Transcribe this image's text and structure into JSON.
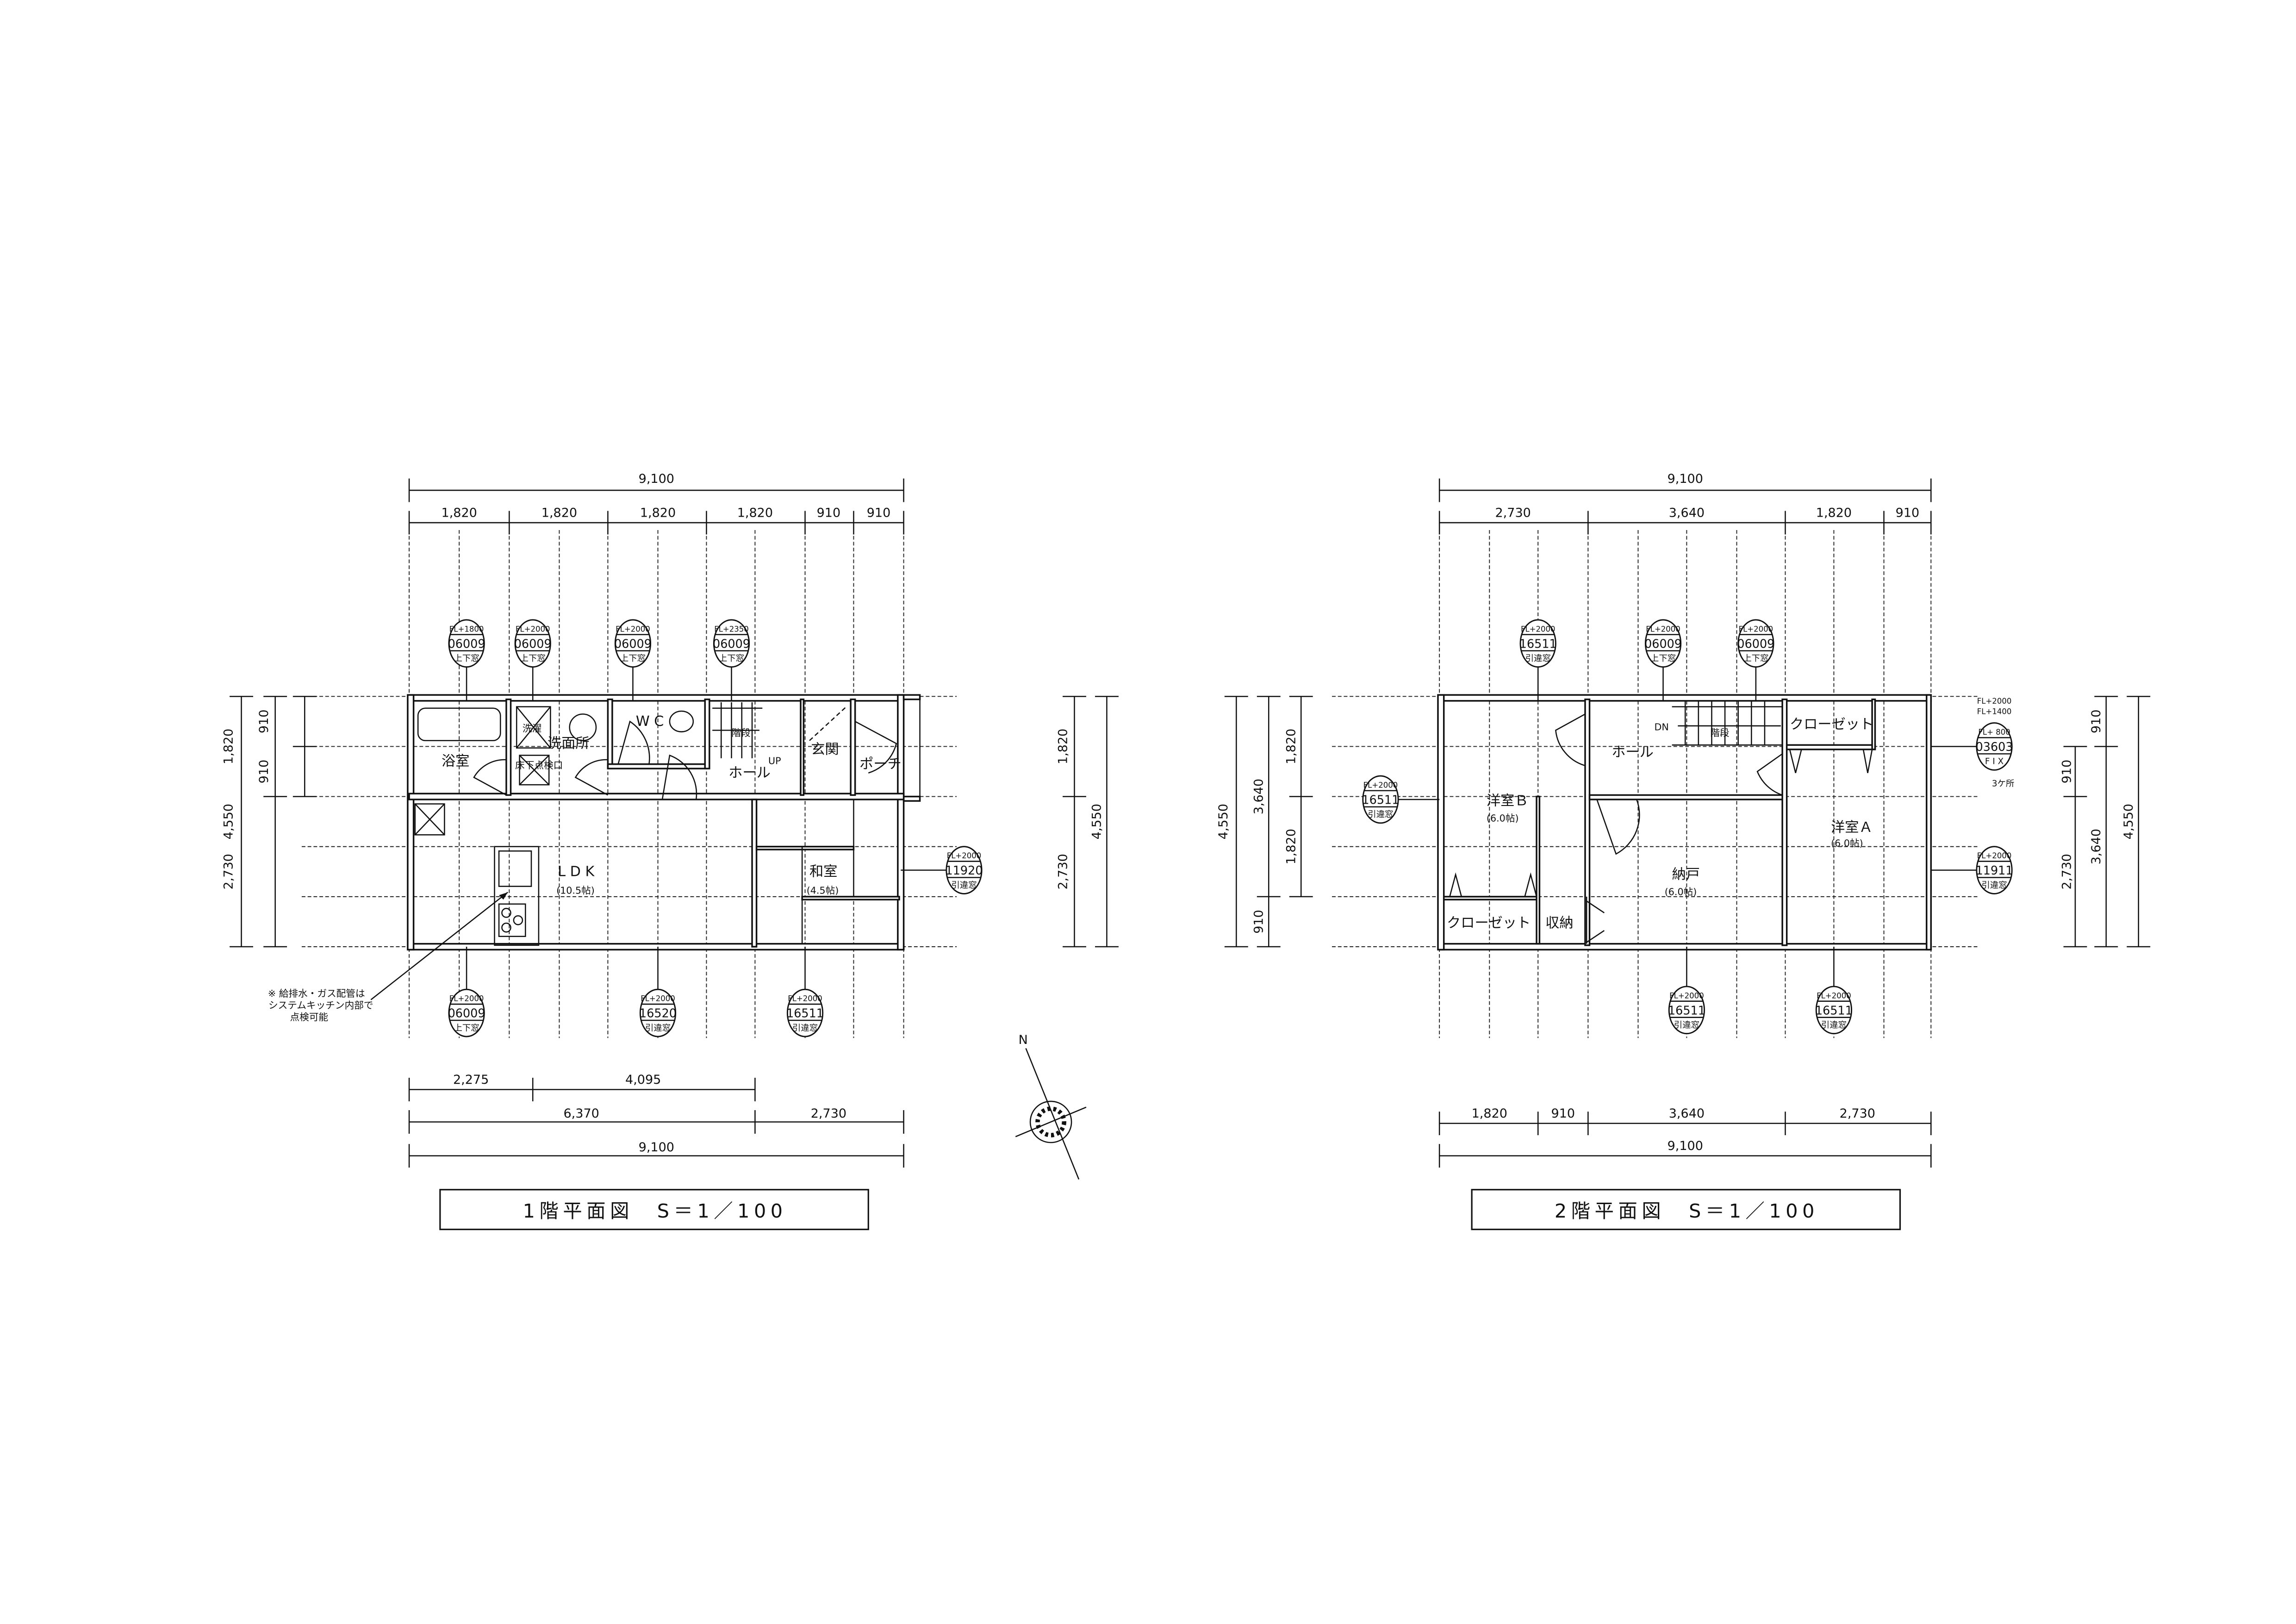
{
  "floor1": {
    "title": "1階平面図　S＝1／100",
    "top_dims": {
      "total": "9,100",
      "parts": [
        "1,820",
        "1,820",
        "1,820",
        "1,820",
        "910",
        "910"
      ]
    },
    "bottom_dims": {
      "row1": [
        "2,275",
        "4,095"
      ],
      "row2": [
        "6,370",
        "2,730"
      ],
      "total": "9,100"
    },
    "left_dims": {
      "total": "4,550",
      "parts": [
        "1,820",
        "2,730"
      ],
      "sub": [
        "910",
        "910"
      ]
    },
    "right_dims": {
      "total": "4,550",
      "parts": [
        "1,820",
        "2,730"
      ]
    },
    "rooms": {
      "bath": "浴室",
      "washroom": "洗面所",
      "washer": "洗濯",
      "floor_hatch": "床下点検口",
      "wc": "W C",
      "stairs": "階段",
      "hall": "ホール",
      "up": "UP",
      "entrance": "玄関",
      "porch": "ポーチ",
      "ldk": "L D K",
      "ldk_size": "(10.5帖)",
      "washitsu": "和室",
      "washitsu_size": "(4.5帖)"
    },
    "note": [
      "※ 給排水・ガス配管は",
      "システムキッチン内部で",
      "点検可能"
    ],
    "windows_top": [
      {
        "fl": "FL+1800",
        "code": "06009",
        "type": "上下窓"
      },
      {
        "fl": "FL+2000",
        "code": "06009",
        "type": "上下窓"
      },
      {
        "fl": "FL+2000",
        "code": "06009",
        "type": "上下窓"
      },
      {
        "fl": "FL+2350",
        "code": "06009",
        "type": "上下窓"
      }
    ],
    "windows_bottom": [
      {
        "fl": "FL+2000",
        "code": "06009",
        "type": "上下窓"
      },
      {
        "fl": "FL+2000",
        "code": "16520",
        "type": "引違窓"
      },
      {
        "fl": "FL+2000",
        "code": "16511",
        "type": "引違窓"
      }
    ],
    "window_right": {
      "fl": "FL+2000",
      "code": "11920",
      "type": "引違窓"
    }
  },
  "compass": {
    "north": "N"
  },
  "floor2": {
    "title": "2階平面図　S＝1／100",
    "top_dims": {
      "total": "9,100",
      "parts": [
        "2,730",
        "3,640",
        "1,820",
        "910"
      ]
    },
    "bottom_dims": {
      "parts": [
        "1,820",
        "910",
        "3,640",
        "2,730"
      ],
      "total": "9,100"
    },
    "left_dims": {
      "total": "4,550",
      "mid": [
        "3,640",
        "910"
      ],
      "parts": [
        "1,820",
        "1,820"
      ]
    },
    "right_dims": {
      "total": "4,550",
      "mid": "3,640",
      "parts": [
        "910",
        "910",
        "2,730"
      ]
    },
    "rooms": {
      "room_b": "洋室Ｂ",
      "room_b_size": "(6.0帖)",
      "hall": "ホール",
      "dn": "DN",
      "stairs": "階段",
      "closet_top": "クローゼット",
      "room_a": "洋室Ａ",
      "room_a_size": "(6.0帖)",
      "storage_room": "納戸",
      "storage_room_size": "(6.0帖)",
      "closet_bottom": "クローゼット",
      "storage": "収納"
    },
    "windows_top": [
      {
        "fl": "FL+2000",
        "code": "16511",
        "type": "引違窓"
      },
      {
        "fl": "FL+2000",
        "code": "06009",
        "type": "上下窓"
      },
      {
        "fl": "FL+2000",
        "code": "06009",
        "type": "上下窓"
      }
    ],
    "window_left": {
      "fl": "FL+2000",
      "code": "16511",
      "type": "引違窓"
    },
    "window_right_fix": {
      "fl_lines": [
        "FL+2000",
        "FL+1400"
      ],
      "fl": "FL+ 800",
      "code": "03603",
      "type": "F I X",
      "count": "3ケ所"
    },
    "window_right": {
      "fl": "FL+2000",
      "code": "11911",
      "type": "引違窓"
    },
    "windows_bottom": [
      {
        "fl": "FL+2000",
        "code": "16511",
        "type": "引違窓"
      },
      {
        "fl": "FL+2000",
        "code": "16511",
        "type": "引違窓"
      }
    ]
  }
}
